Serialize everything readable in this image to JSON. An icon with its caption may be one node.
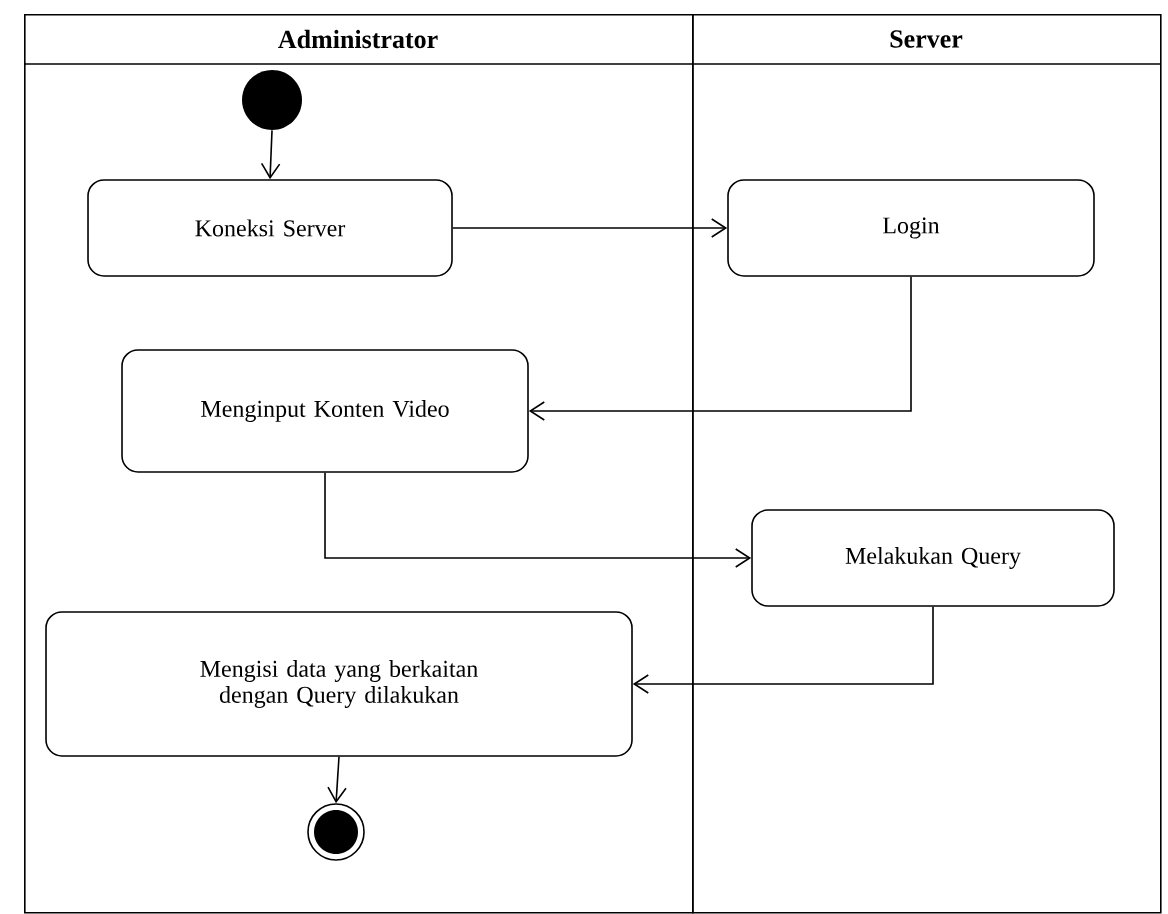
{
  "diagram": {
    "nodes": [
      {
        "text": [
          "Administrator"
        ]
      },
      {
        "text": [
          "Server"
        ]
      },
      {
        "text": [],
        "shape": "circle",
        "in": 0
      },
      {
        "text": [
          "Koneksi Server"
        ],
        "in": 0
      },
      {
        "text": [
          "Login"
        ],
        "in": 1
      },
      {
        "text": [
          "Menginput Konten Video"
        ],
        "in": 0
      },
      {
        "text": [
          "Melakukan Query"
        ],
        "in": 1
      },
      {
        "text": [
          "Mengisi data yang berkaitan dengan Query dilakukan"
        ],
        "in": 0
      },
      {
        "text": [],
        "shape": "circle",
        "in": 0
      }
    ],
    "edges": [
      {
        "from": 2,
        "to": 3,
        "arrow": "to"
      },
      {
        "from": 3,
        "to": 4,
        "arrow": "to"
      },
      {
        "from": 4,
        "to": 5,
        "arrow": "to"
      },
      {
        "from": 5,
        "to": 6,
        "arrow": "to"
      },
      {
        "from": 6,
        "to": 7,
        "arrow": "to"
      },
      {
        "from": 7,
        "to": 8,
        "arrow": "to"
      }
    ]
  }
}
